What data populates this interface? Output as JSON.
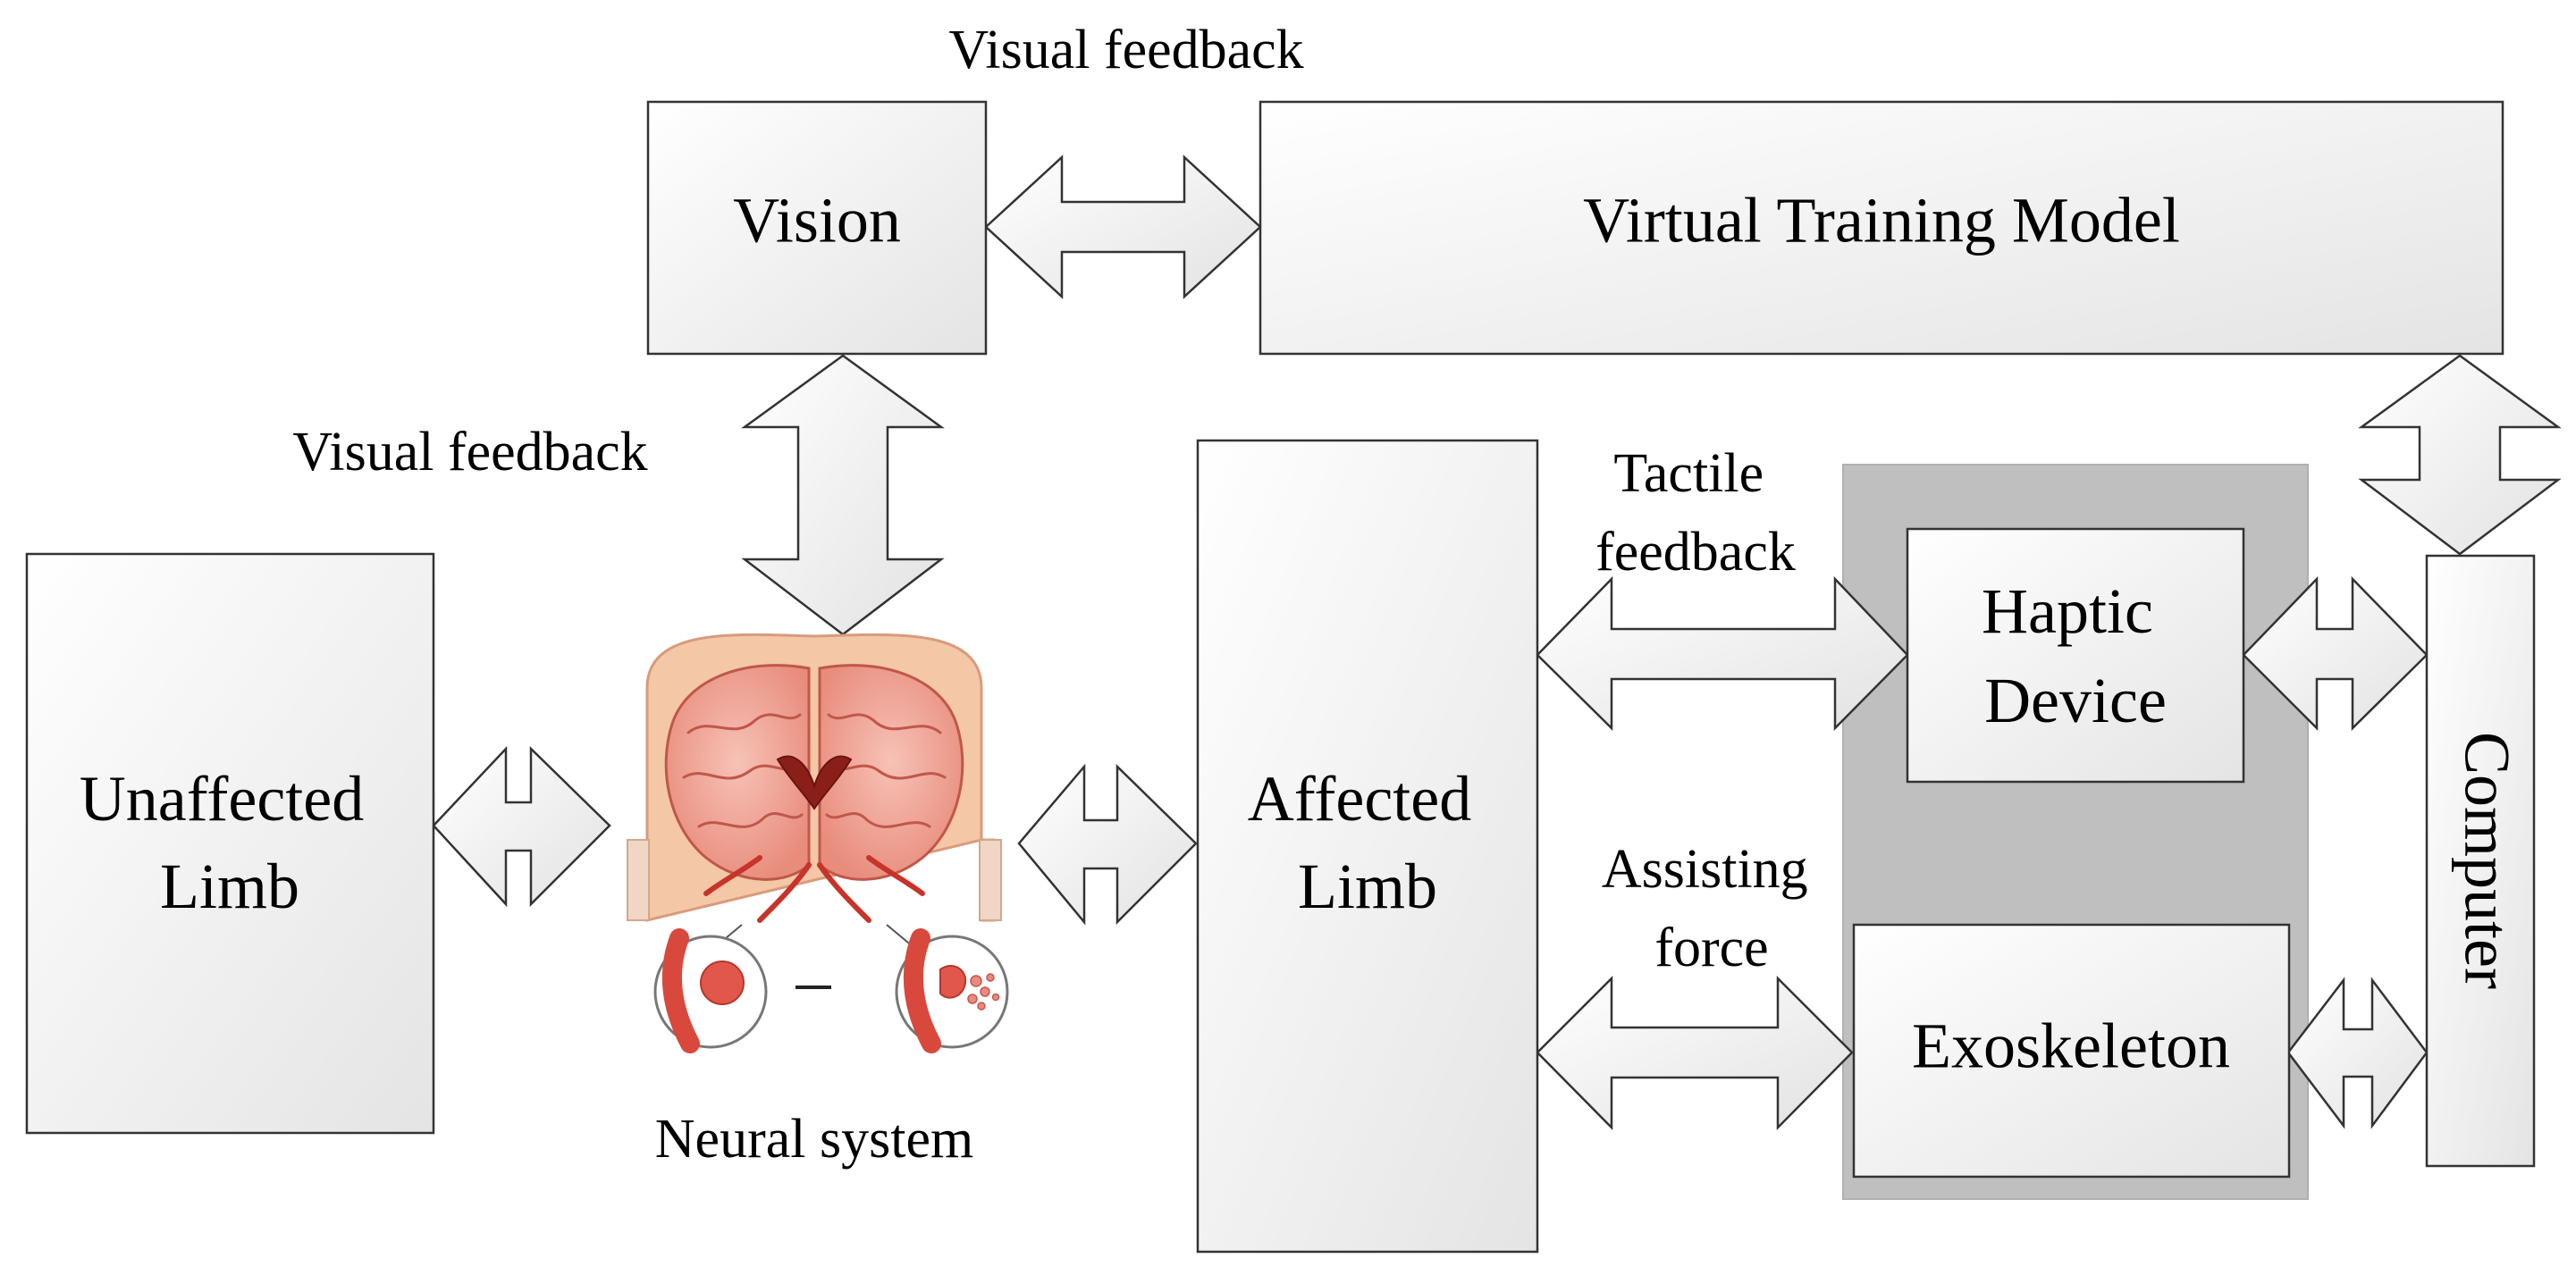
{
  "boxes": {
    "vision": "Vision",
    "virtual_training_model": "Virtual Training Model",
    "unaffected_limb": [
      "Unaffected",
      "Limb"
    ],
    "affected_limb": [
      "Affected",
      "Limb"
    ],
    "haptic_device": [
      "Haptic",
      "Device"
    ],
    "exoskeleton": "Exoskeleton",
    "computer": "Computer"
  },
  "labels": {
    "visual_feedback_top": "Visual feedback",
    "visual_feedback_left": "Visual feedback",
    "tactile_feedback": [
      "Tactile",
      "feedback"
    ],
    "assisting_force": [
      "Assisting",
      "force"
    ],
    "neural_system": "Neural system"
  },
  "colors": {
    "box_fill_light": "#ffffff",
    "box_fill_dark": "#e6e6e6",
    "stroke": "#333333",
    "highlight_panel": "#bfbfbf",
    "brain_tissue": "#f2a79a",
    "vessel": "#c8332a",
    "skull": "#f4c7a6"
  },
  "icons": [
    "brain-icon",
    "aneurysm-icon"
  ]
}
